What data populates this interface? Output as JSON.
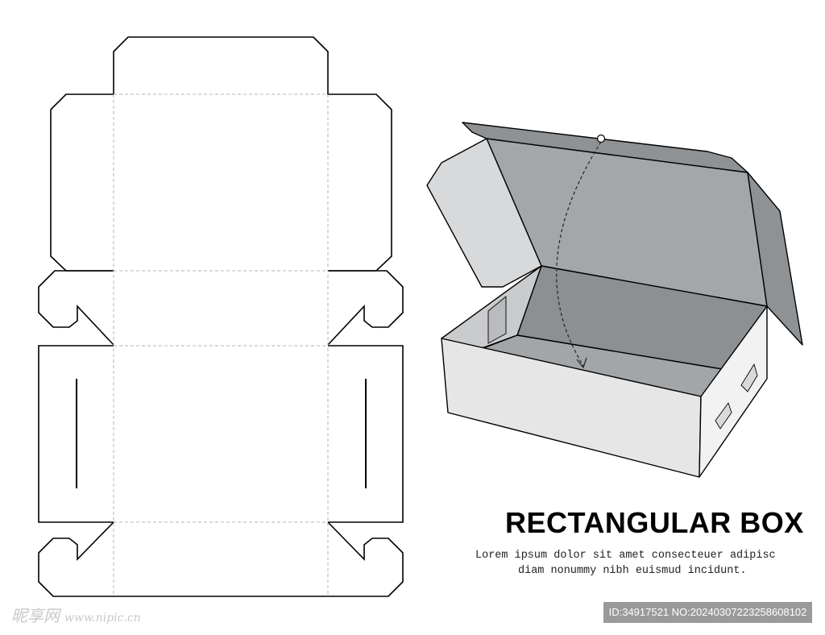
{
  "title": "RECTANGULAR BOX",
  "description": {
    "line1": "Lorem ipsum dolor sit amet consecteuer adipisc",
    "line2": "diam nonummy nibh euismud incidunt."
  },
  "watermark": {
    "brand": "昵享网",
    "url": "www.nipic.cn"
  },
  "image_id": "ID:34917521 NO:20240307223258608102",
  "colors": {
    "outline": "#000000",
    "fold_line": "#b4b4b4",
    "box_white": "#efefef",
    "box_light": "#e4e4e4",
    "box_mid": "#aeb1b4",
    "box_dark": "#8f9295",
    "id_bar": "#9a9a9a"
  },
  "icons": [
    "dieline-diagram",
    "box-3d-illustration",
    "fold-arrow-icon"
  ]
}
